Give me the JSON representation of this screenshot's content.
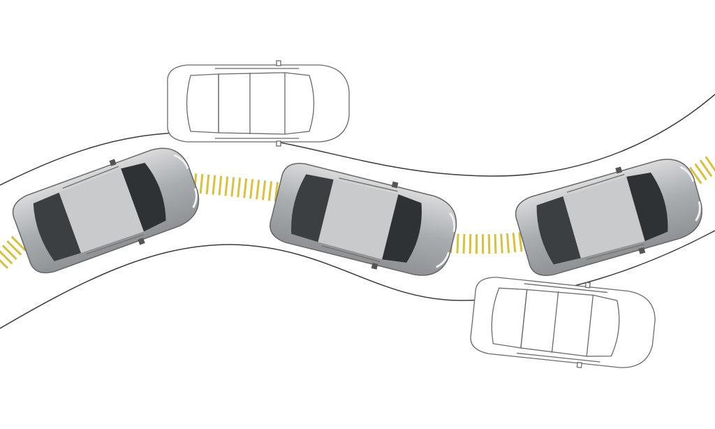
{
  "colors": {
    "background": "#ffffff",
    "road_line": "#3a3a3a",
    "link_dashes": "#d9c23a",
    "car_body": "#b9bcbf",
    "car_window": "#3c3f42",
    "outline_car": "#6a6a6a"
  },
  "cars": [
    {
      "role": "lead-vehicle-left",
      "style": "shaded"
    },
    {
      "role": "middle-vehicle",
      "style": "shaded"
    },
    {
      "role": "rear-vehicle-right",
      "style": "shaded"
    },
    {
      "role": "oncoming-vehicle-top",
      "style": "outline"
    },
    {
      "role": "oncoming-vehicle-bottom",
      "style": "outline"
    }
  ],
  "icons": [
    "car-icon",
    "distance-link-icon"
  ]
}
